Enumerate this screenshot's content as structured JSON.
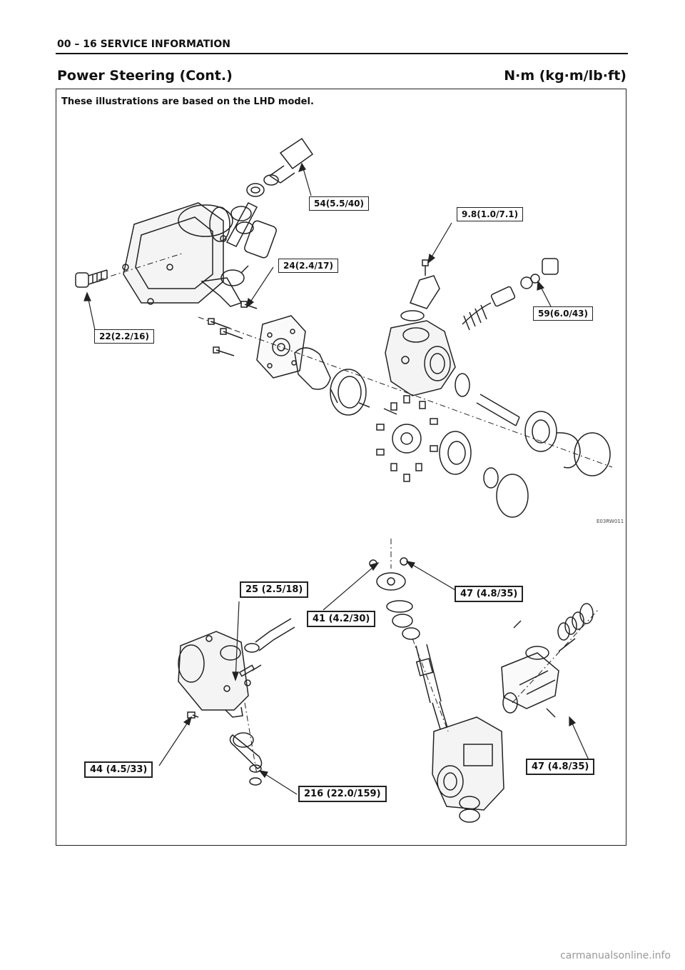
{
  "header": {
    "page_ref": "00 – 16  SERVICE INFORMATION",
    "section_title": "Power Steering (Cont.)",
    "units": "N·m (kg·m/lb·ft)"
  },
  "note": "These illustrations are based on the LHD model.",
  "upper_figure": {
    "torque_labels": [
      "54(5.5/40)",
      "9.8(1.0/7.1)",
      "24(2.4/17)",
      "59(6.0/43)",
      "22(2.2/16)"
    ],
    "figure_code": "E03RW011"
  },
  "lower_figure": {
    "torque_labels": [
      "25 (2.5/18)",
      "41 (4.2/30)",
      "47 (4.8/35)",
      "44 (4.5/33)",
      "216 (22.0/159)",
      "47 (4.8/35)"
    ]
  },
  "watermark": "carmanualsonline.info"
}
